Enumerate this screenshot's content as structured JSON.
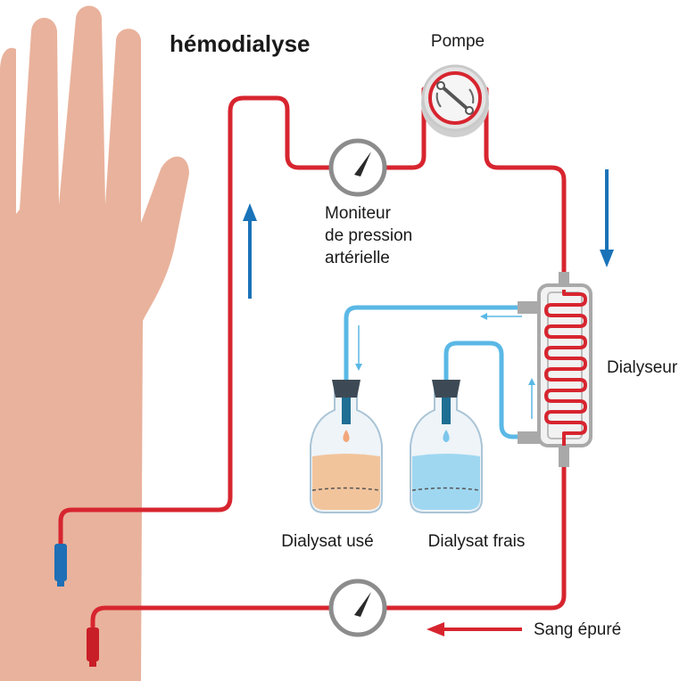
{
  "title": "hémodialyse",
  "labels": {
    "pump": "Pompe",
    "pressure_monitor": [
      "Moniteur",
      "de pression",
      "artérielle"
    ],
    "dialyzer": "Dialyseur",
    "used_dialysate": "Dialysat usé",
    "fresh_dialysate": "Dialysat frais",
    "cleaned_blood": "Sang épuré"
  },
  "colors": {
    "blood": "#d7252f",
    "dialysate": "#5ab8e6",
    "arrow": "#1a73b8",
    "skin": "#e9b29c",
    "gauge": "#8c8c8c",
    "used_fluid": "#f2c49c",
    "fresh_fluid": "#9fd7f1"
  }
}
